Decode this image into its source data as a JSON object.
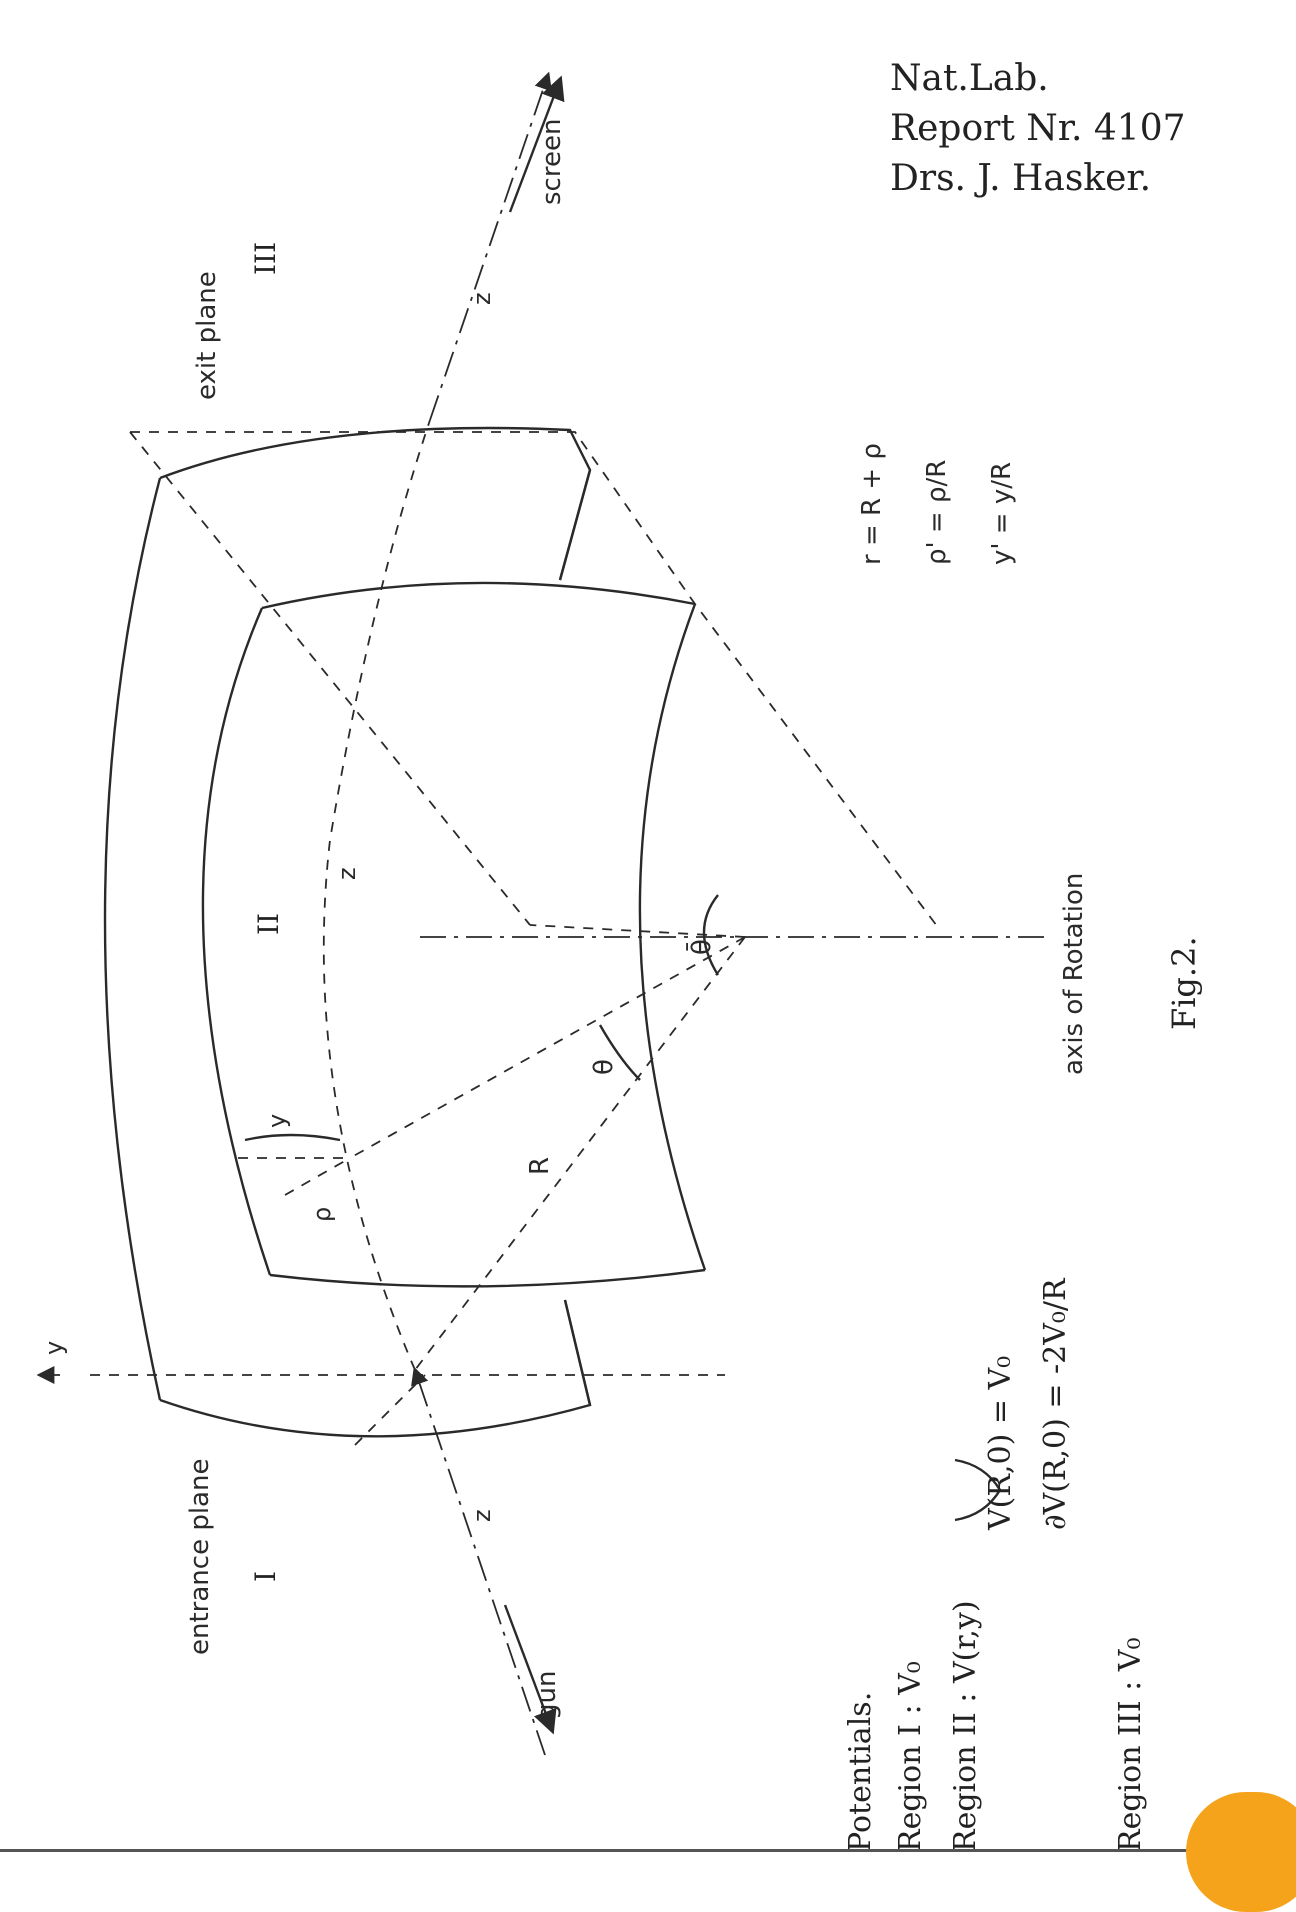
{
  "header": {
    "line1": "Nat.Lab.",
    "line2": "Report Nr. 4107",
    "line3": "Drs. J. Hasker."
  },
  "labels": {
    "exit_plane": "exit plane",
    "entrance_plane": "entrance plane",
    "screen": "screen",
    "gun": "gun",
    "axis_of_rotation": "axis of Rotation",
    "region_i": "I",
    "region_ii": "II",
    "region_iii": "III",
    "z": "z",
    "y": "y",
    "rho": "ρ",
    "R": "R",
    "theta": "θ",
    "theta_bar": "θ̄",
    "fig": "Fig.2."
  },
  "equations": {
    "eq1": "r = R + ρ",
    "eq2": "ρ' = ρ/R",
    "eq3": "y' = y/R"
  },
  "potentials": {
    "title": "Potentials.",
    "region1": "Region I : V₀",
    "region2": "Region II : V(r,y)",
    "region2_cond1": "V(R,0) = V₀",
    "region2_cond2": "∂V(R,0) = -2V₀/R",
    "region3": "Region III : V₀"
  }
}
